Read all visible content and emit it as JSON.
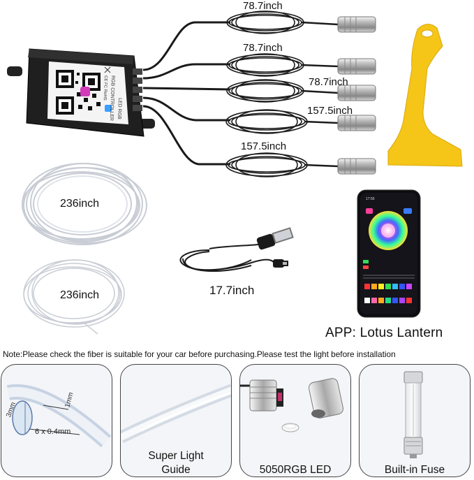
{
  "labels": {
    "cable1": "78.7inch",
    "cable2": "78.7inch",
    "cable3": "78.7inch",
    "cable4": "157.5inch",
    "cable5": "157.5inch",
    "fiber_big": "236inch",
    "fiber_small": "236inch",
    "usb_cable": "17.7inch",
    "app": "APP: Lotus Lantern"
  },
  "controller": {
    "text1": "RGB CONTROLLER",
    "text2": "LED RGB",
    "text3": "CE FC RoHS"
  },
  "phone": {
    "time": "17:56"
  },
  "note": "Note:Please check the fiber is suitable for your car before purchasing.Please test the light before installation",
  "panels": {
    "fiber_size": {
      "width_label": "3mm",
      "height_label": "1mm",
      "dim_label": "6 x 0.4mm"
    },
    "light_guide": {
      "caption_line1": "Super Light",
      "caption_line2": "Guide"
    },
    "led": {
      "caption": "5050RGB LED"
    },
    "fuse": {
      "caption": "Built-in Fuse"
    }
  },
  "colors": {
    "tool_yellow": "#f5c518",
    "controller_black": "#1f1f1f",
    "panel_border": "#444444"
  }
}
